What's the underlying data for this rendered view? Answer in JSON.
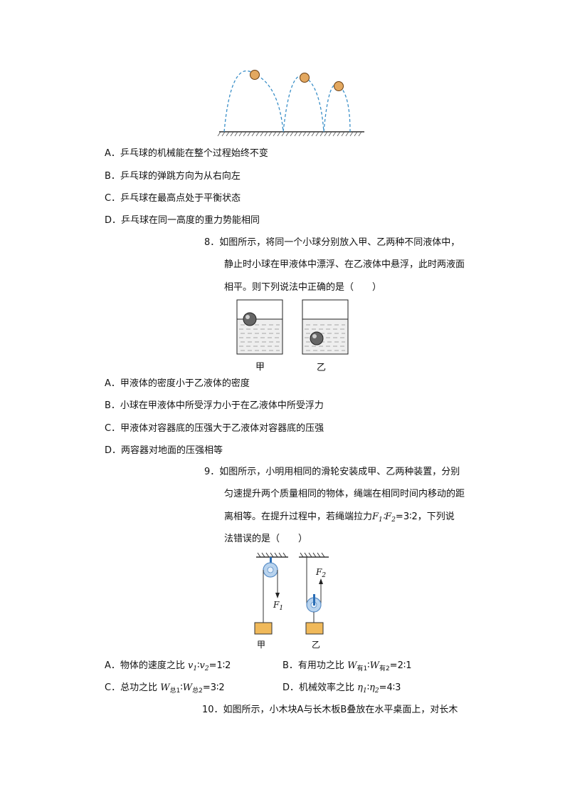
{
  "q7": {
    "options": [
      "A．乒乓球的机械能在整个过程始终不变",
      "B．乒乓球的弹跳方向为从右向左",
      "C．乒乓球在最高点处于平衡状态",
      "D．乒乓球在同一高度的重力势能相同"
    ]
  },
  "q8": {
    "stem_lines": [
      "8．如图所示，将同一个小球分别放入甲、乙两种不同液体中，",
      "静止时小球在甲液体中漂浮、在乙液体中悬浮，此时两液面",
      "相平。则下列说法中正确的是（　　）"
    ],
    "labels": {
      "jia": "甲",
      "yi": "乙"
    },
    "options": [
      "A．甲液体的密度小于乙液体的密度",
      "B．小球在甲液体中所受浮力小于在乙液体中所受浮力",
      "C．甲液体对容器底的压强大于乙液体对容器底的压强",
      "D．两容器对地面的压强相等"
    ]
  },
  "q9": {
    "stem_lines": [
      "9．如图所示，小明用相同的滑轮安装成甲、乙两种装置，分别",
      "匀速提升两个质量相同的物体，绳端在相同时间内移动的距",
      "离相等。在提升过程中，若绳端拉力"
    ],
    "ratio_text": "F1∶F2=3∶2",
    "ratio_prefix": "F",
    "ratio_sub1": "1",
    "ratio_mid": "∶F",
    "ratio_sub2": "2",
    "ratio_tail": "=3∶2，下列说",
    "stem_last": "法错误的是（　　）",
    "labels": {
      "jia": "甲",
      "yi": "乙",
      "f1": "F",
      "f1_sub": "1",
      "f2": "F",
      "f2_sub": "2"
    },
    "options": {
      "a_prefix": "A．物体的速度之比 ",
      "a_v1": "v",
      "a_v1_sub": "1",
      "a_colon": "∶",
      "a_v2": "v",
      "a_v2_sub": "2",
      "a_tail": "=1∶2",
      "b_prefix": "B．有用功之比 ",
      "b_w1": "W",
      "b_w1_sub": "有1",
      "b_colon": "∶",
      "b_w2": "W",
      "b_w2_sub": "有2",
      "b_tail": "=2∶1",
      "c_prefix": "C．总功之比 ",
      "c_w1": "W",
      "c_w1_sub": "总1",
      "c_colon": "∶",
      "c_w2": "W",
      "c_w2_sub": "总2",
      "c_tail": "=3∶2",
      "d_prefix": "D．机械效率之比 ",
      "d_e1": "η",
      "d_e1_sub": "1",
      "d_colon": "∶",
      "d_e2": "η",
      "d_e2_sub": "2",
      "d_tail": "=4∶3"
    }
  },
  "q10": {
    "stem_line": "10．如图所示，小木块A与长木板B叠放在水平桌面上，对长木"
  }
}
